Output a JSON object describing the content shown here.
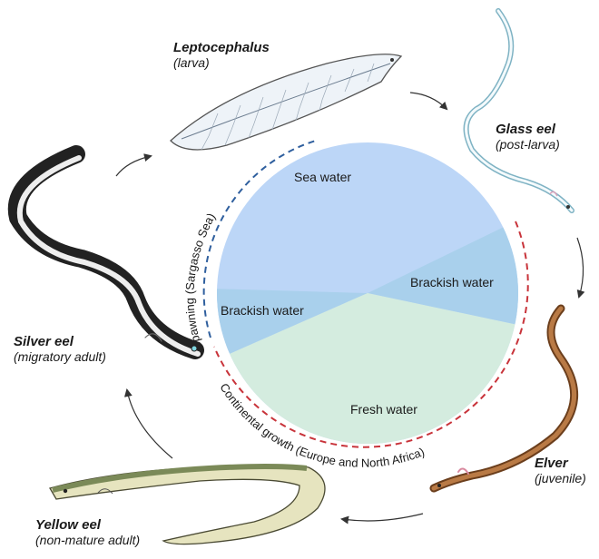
{
  "stages": [
    {
      "name": "Leptocephalus",
      "desc": "(larva)"
    },
    {
      "name": "Glass eel",
      "desc": "(post-larva)"
    },
    {
      "name": "Elver",
      "desc": "(juvenile)"
    },
    {
      "name": "Yellow eel",
      "desc": "(non-mature adult)"
    },
    {
      "name": "Silver eel",
      "desc": "(migratory adult)"
    }
  ],
  "zones": [
    {
      "label": "Sea water",
      "color": "#bcd6f7"
    },
    {
      "label": "Brackish water",
      "color": "#a9d0ec"
    },
    {
      "label": "Brackish water",
      "color": "#a9d0ec"
    },
    {
      "label": "Fresh water",
      "color": "#d4ecdf"
    }
  ],
  "arcs": {
    "spawning": {
      "label": "Spawning (Sargasso Sea)",
      "color": "#2f5f9e"
    },
    "continental": {
      "label": "Continental growth (Europe and North Africa)",
      "color": "#c8333a"
    }
  }
}
